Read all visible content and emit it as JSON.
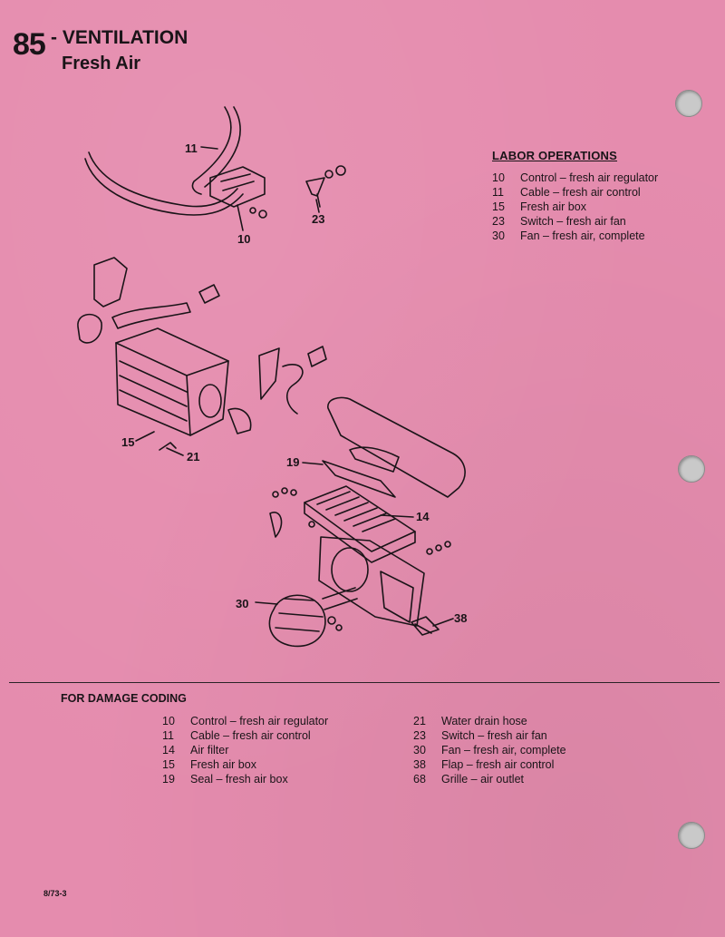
{
  "header": {
    "section_number": "85",
    "title": "- VENTILATION",
    "subtitle": "Fresh Air"
  },
  "labor_operations": {
    "heading": "LABOR OPERATIONS",
    "items": [
      {
        "num": "10",
        "desc": "Control – fresh air regulator"
      },
      {
        "num": "11",
        "desc": "Cable – fresh air control"
      },
      {
        "num": "15",
        "desc": "Fresh air box"
      },
      {
        "num": "23",
        "desc": "Switch – fresh air fan"
      },
      {
        "num": "30",
        "desc": "Fan – fresh air, complete"
      }
    ]
  },
  "diagram": {
    "callouts": [
      "11",
      "10",
      "23",
      "15",
      "21",
      "19",
      "14",
      "30",
      "38"
    ]
  },
  "damage_coding": {
    "heading": "FOR DAMAGE CODING",
    "left": [
      {
        "num": "10",
        "desc": "Control – fresh air regulator"
      },
      {
        "num": "11",
        "desc": "Cable – fresh air control"
      },
      {
        "num": "14",
        "desc": "Air filter"
      },
      {
        "num": "15",
        "desc": "Fresh air box"
      },
      {
        "num": "19",
        "desc": "Seal – fresh air box"
      }
    ],
    "right": [
      {
        "num": "21",
        "desc": "Water drain hose"
      },
      {
        "num": "23",
        "desc": "Switch – fresh air fan"
      },
      {
        "num": "30",
        "desc": "Fan – fresh air, complete"
      },
      {
        "num": "38",
        "desc": "Flap – fresh air control"
      },
      {
        "num": "68",
        "desc": "Grille – air outlet"
      }
    ]
  },
  "footer": {
    "code": "8/73-3"
  }
}
